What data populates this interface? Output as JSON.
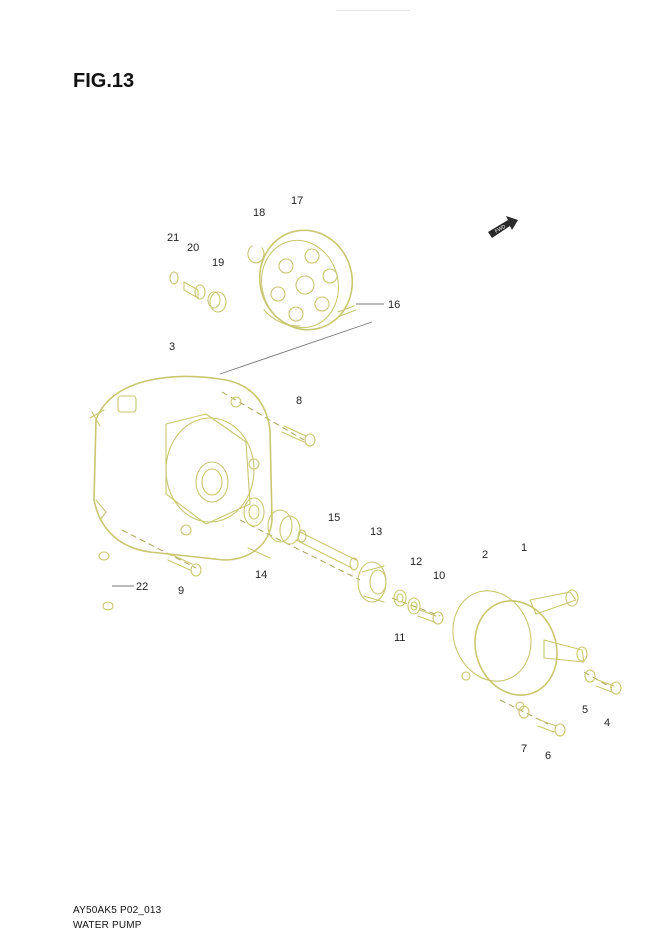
{
  "figure": {
    "title": "FIG.13"
  },
  "footer": {
    "code": "AY50AK5 P02_013",
    "caption": "WATER PUMP"
  },
  "fwd_mark": {
    "text": "FWD"
  },
  "callouts": {
    "c1": "1",
    "c2": "2",
    "c3": "3",
    "c4": "4",
    "c5": "5",
    "c6": "6",
    "c7": "7",
    "c8": "8",
    "c9": "9",
    "c10": "10",
    "c11": "11",
    "c12": "12",
    "c13": "13",
    "c14": "14",
    "c15": "15",
    "c16": "16",
    "c17": "17",
    "c18": "18",
    "c19": "19",
    "c20": "20",
    "c21": "21",
    "c22": "22"
  },
  "colors": {
    "line_art": "#c9c770",
    "text": "#222222",
    "background": "#ffffff"
  }
}
